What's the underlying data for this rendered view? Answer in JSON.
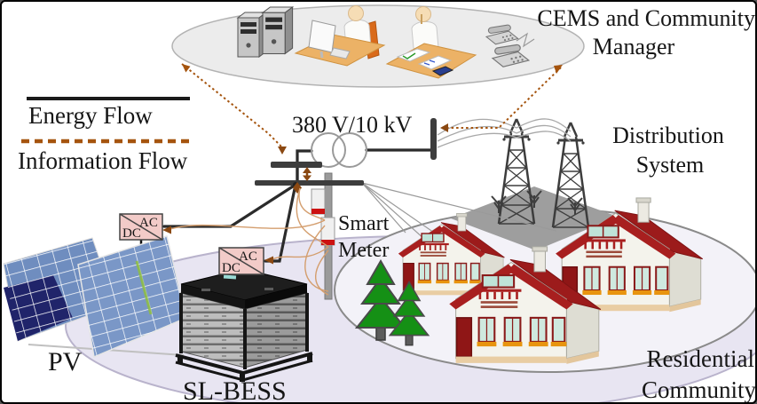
{
  "legend": {
    "energy_label": "Energy Flow",
    "information_label": "Information Flow"
  },
  "labels": {
    "cems_line1": "CEMS and Community",
    "cems_line2": "Manager",
    "transformer_rating": "380 V/10 kV",
    "distribution_line1": "Distribution",
    "distribution_line2": "System",
    "smart_meter_line1": "Smart",
    "smart_meter_line2": "Meter",
    "pv": "PV",
    "bess": "SL-BESS",
    "residential_line1": "Residential",
    "residential_line2": "Community",
    "converter_ac": "AC",
    "converter_dc": "DC"
  },
  "colors": {
    "energy_flow_line": "#1a1a1a",
    "information_flow_line": "#A5540E",
    "information_curve": "#D49E6E",
    "converter_fill": "#F2CBC8",
    "house_roof_red": "#A81F1F",
    "pv_panel_blue": "#6F8DBF",
    "tree_green": "#159015",
    "community_ellipse_fill": "#E8E5F2",
    "cems_ellipse_fill": "#ECECEC",
    "smart_meter_stripe": "#CC1111",
    "busbar_gray": "#3D3D3D"
  }
}
